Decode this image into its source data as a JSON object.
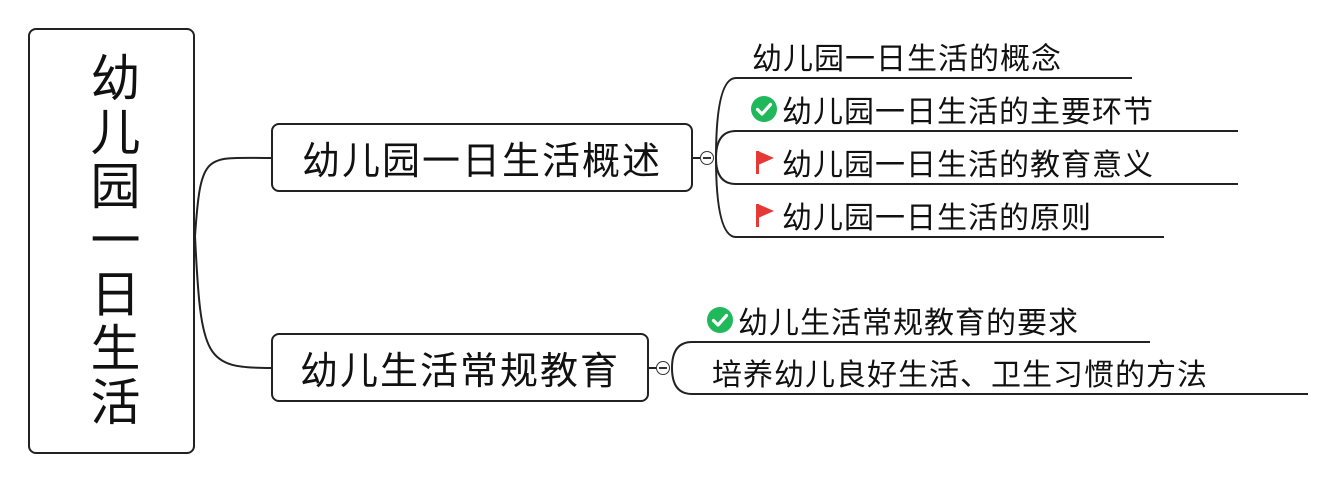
{
  "root": {
    "label": "幼儿园一日生活"
  },
  "branches": [
    {
      "label": "幼儿园一日生活概述",
      "children": [
        {
          "label": "幼儿园一日生活的概念",
          "marker": ""
        },
        {
          "label": "幼儿园一日生活的主要环节",
          "marker": "check-circle-icon"
        },
        {
          "label": "幼儿园一日生活的教育意义",
          "marker": "red-flag-icon"
        },
        {
          "label": "幼儿园一日生活的原则",
          "marker": "red-flag-icon"
        }
      ]
    },
    {
      "label": "幼儿生活常规教育",
      "children": [
        {
          "label": "幼儿生活常规教育的要求",
          "marker": "check-circle-icon"
        },
        {
          "label": "培养幼儿良好生活、卫生习惯的方法",
          "marker": ""
        }
      ]
    }
  ],
  "colors": {
    "line": "#222222",
    "check": "#1fb85a",
    "flag": "#e53935"
  }
}
